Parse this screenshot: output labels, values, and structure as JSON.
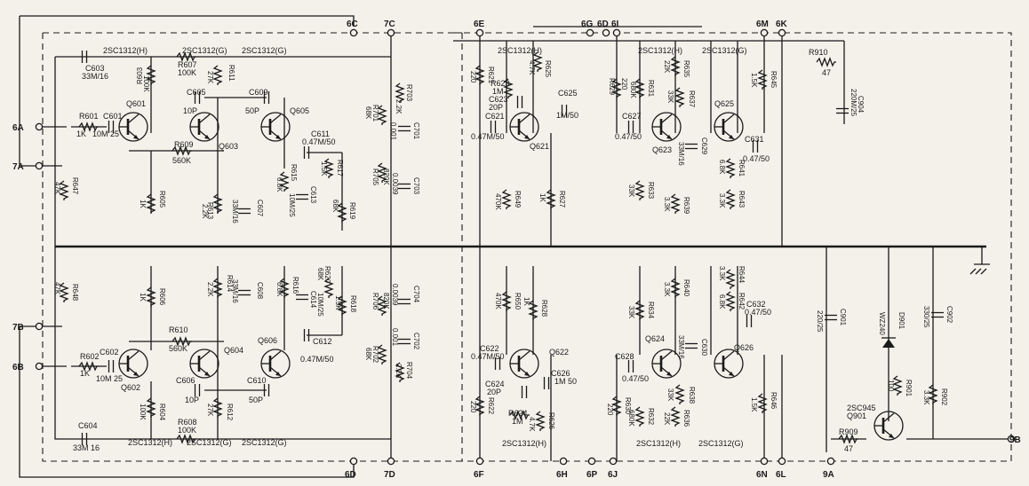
{
  "colors": {
    "background": "#f4f1ea",
    "ink": "#1a1a1a"
  },
  "terminals": {
    "t6A": "6A",
    "t7A": "7A",
    "t7B": "7B",
    "t6B": "6B",
    "t6C": "6C",
    "t7C": "7C",
    "t6D": "6D",
    "t7D": "7D",
    "t6E": "6E",
    "t6F": "6F",
    "t6G": "6G",
    "t6Dtop": "6D",
    "t6I": "6I",
    "t6H": "6H",
    "t6P": "6P",
    "t6J": "6J",
    "t6M": "6M",
    "t6K": "6K",
    "t6N": "6N",
    "t6L": "6L",
    "t9A": "9A",
    "t9B": "9B"
  },
  "transistors": {
    "Q601": "Q601",
    "Q603": "Q603",
    "Q605": "Q605",
    "Q602": "Q602",
    "Q604": "Q604",
    "Q606": "Q606",
    "Q621": "Q621",
    "Q623": "Q623",
    "Q625": "Q625",
    "Q622": "Q622",
    "Q624": "Q624",
    "Q626": "Q626",
    "Q901": "Q901"
  },
  "type_labels": {
    "a1": "2SC1312(H)",
    "a2": "2SC1312(G)",
    "a3": "2SC1312(G)",
    "b1": "2SC1312(H)",
    "b2": "2SC1312(G)",
    "b3": "2SC1312(G)",
    "c1": "2SC1312(H)",
    "c2": "2SC1312(H)",
    "c3": "2SC1312(G)",
    "d1": "2SC1312(H)",
    "d2": "2SC1312(H)",
    "d3": "2SC1312(G)",
    "q901": "2SC945"
  },
  "components": {
    "C603": "C603",
    "C603v": "33M/16",
    "R603": "R603",
    "R603v": "100K",
    "R607": "R607",
    "R607v": "100K",
    "R611": "R611",
    "R611v": "27K",
    "C605": "C605",
    "C605v": "10P",
    "C609": "C609",
    "C609v": "50P",
    "R601": "R601",
    "R601v": "1K",
    "C601": "C601",
    "C601v": "10M 25",
    "R609": "R609",
    "R609v": "560K",
    "C611": "C611",
    "C611v": "0.47M/50",
    "R615": "R615",
    "R615v": "6.8K",
    "R617": "R617",
    "R617v": "1.5K",
    "C613": "C613",
    "C613v": "10M/25",
    "R619": "R619",
    "R619v": "68K",
    "R647": "R647",
    "R647v": "47K",
    "R605": "R605",
    "R605v": "1K",
    "R613": "R613",
    "R613v": "2.2K",
    "C607": "C607",
    "C607v": "33M/16",
    "R703": "R703",
    "R703v": "2.2K",
    "R701": "R701",
    "R701v": "68K",
    "C701": "C701",
    "C701v": "0.001",
    "R705": "R705",
    "R705v": "820K",
    "C703": "C703",
    "C703v": "0.0039",
    "R648": "R648",
    "R648v": "47K",
    "R606": "R606",
    "R606v": "1K",
    "R614": "R614",
    "R614v": "2.2K",
    "C608": "C608",
    "C608v": "33M/16",
    "R616": "R616",
    "R616v": "6.8K",
    "C614": "C614",
    "C614v": "10M/25",
    "R620": "R620",
    "R620v": "68K",
    "R618": "R618",
    "R618v": "1.5K",
    "C612": "C612",
    "C612v": "0.47M/50",
    "R610": "R610",
    "R610v": "560K",
    "R602": "R602",
    "R602v": "1K",
    "C602": "C602",
    "C602v": "10M 25",
    "R604": "R604",
    "R604v": "100K",
    "C606": "C606",
    "C606v": "10P",
    "R612": "R612",
    "R612v": "27K",
    "C610": "C610",
    "C610v": "50P",
    "C604": "C604",
    "C604v": "33M 16",
    "R608": "R608",
    "R608v": "100K",
    "R706": "R706",
    "R706v": "820K",
    "C704": "C704",
    "C704v": "0.0039",
    "C702": "C702",
    "C702v": "0.001",
    "R702": "R702",
    "R702v": "68K",
    "R704": "R704",
    "R704v": "2.2K",
    "R621": "R621",
    "R621v": "220",
    "R623": "R623",
    "R623v": "1M",
    "C623": "C623",
    "C623v": "20P",
    "R625": "R625",
    "R625v": "4.7K",
    "C625": "C625",
    "C625v": "1M/50",
    "C621": "C621",
    "C621v": "0.47M/50",
    "R649": "R649",
    "R649v": "470K",
    "R627": "R627",
    "R627v": "1K",
    "R629": "R629",
    "R629v": "220",
    "R631": "R631",
    "R631v": "680K",
    "R635": "R635",
    "R635v": "22K",
    "R637": "R637",
    "R637v": "33K",
    "C627": "C627",
    "C627v": "0.47/50",
    "C629": "C629",
    "C629v": "33M/16",
    "R641": "R641",
    "R641v": "6.8K",
    "R633": "R633",
    "R633v": "33K",
    "R639": "R639",
    "R639v": "3.3K",
    "R643": "R643",
    "R643v": "3.3K",
    "R645": "R645",
    "R645v": "1.5K",
    "C631": "C631",
    "C631v": "0.47/50",
    "R910": "R910",
    "R910v": "47",
    "C904": "C904",
    "C904v": "220M/25",
    "R650": "R650",
    "R650v": "470K",
    "R628": "R628",
    "R628v": "1K",
    "C622": "C622",
    "C622v": "0.47M/50",
    "C624": "C624",
    "C624v": "20P",
    "R622": "R622",
    "R622v": "220",
    "R624": "R624",
    "R624v": "1M",
    "R626": "R626",
    "R626v": "4.7K",
    "C626": "C626",
    "C626v": "1M 50",
    "R634": "R634",
    "R634v": "33K",
    "R640": "R640",
    "R640v": "3.3K",
    "R644": "R644",
    "R644v": "3.3K",
    "R642": "R642",
    "R642v": "6.8K",
    "C632": "C632",
    "C632v": "0.47/50",
    "C628": "C628",
    "C628v": "0.47/50",
    "C630": "C630",
    "C630v": "33M/16",
    "R630": "R630",
    "R630v": "220",
    "R632": "R632",
    "R632v": "680K",
    "R638": "R638",
    "R638v": "33K",
    "R636": "R636",
    "R636v": "22K",
    "R646": "R646",
    "R646v": "1.5K",
    "C901": "C901",
    "C901v": "220/25",
    "D901": "D901",
    "D901v": "WZ240",
    "C902": "C902",
    "C902v": "330/25",
    "R901": "R901",
    "R901v": "100",
    "R902": "R902",
    "R902v": "3.3K",
    "R909": "R909",
    "R909v": "47"
  }
}
